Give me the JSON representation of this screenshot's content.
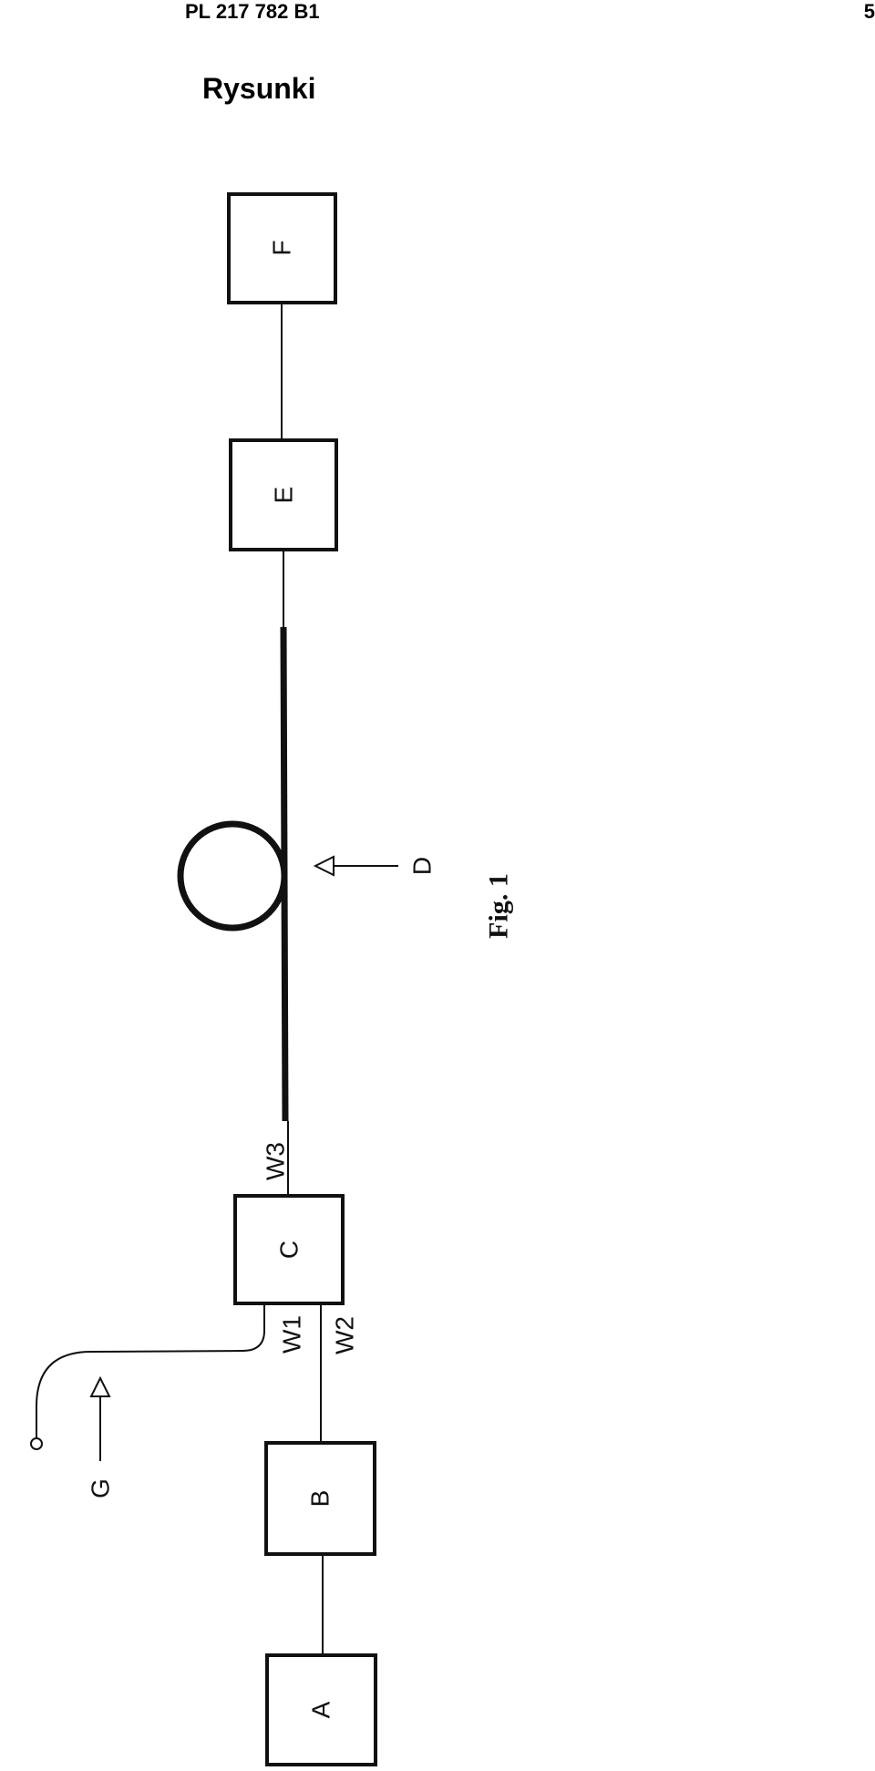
{
  "header": {
    "patent_number": "PL 217 782 B1",
    "page_number": "5"
  },
  "section_title": "Rysunki",
  "figure": {
    "caption": "Fig. 1",
    "blocks": {
      "a": "A",
      "b": "B",
      "c": "C",
      "e": "E",
      "f": "F"
    },
    "labels": {
      "w1": "W1",
      "w2": "W2",
      "w3": "W3",
      "d": "D",
      "g": "G"
    },
    "colors": {
      "line": "#111111",
      "background": "#ffffff"
    }
  }
}
